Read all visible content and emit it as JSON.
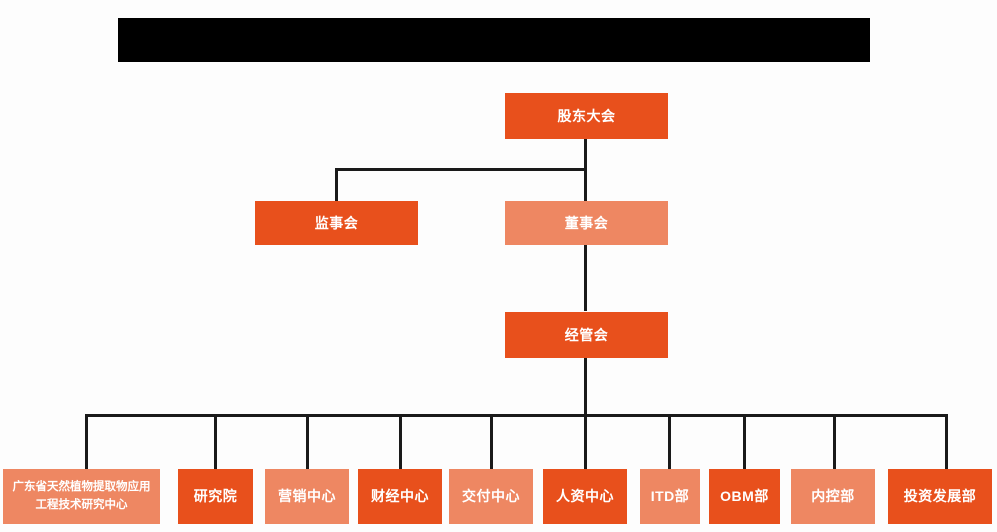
{
  "banner": {
    "text": "",
    "background_color": "#000000"
  },
  "palette": {
    "dark_orange": "#e8501c",
    "light_salmon": "#ee8762",
    "line_color": "#1a1a1a",
    "text_color": "#ffffff",
    "background": "#fdfdfd"
  },
  "chart_data": {
    "type": "orgchart",
    "title": "",
    "levels": [
      {
        "level": 1,
        "nodes": [
          {
            "id": "shareholders",
            "label": "股东大会",
            "shade": "dark"
          }
        ]
      },
      {
        "level": 2,
        "nodes": [
          {
            "id": "supervisors",
            "label": "监事会",
            "shade": "dark"
          },
          {
            "id": "directors",
            "label": "董事会",
            "shade": "light"
          }
        ]
      },
      {
        "level": 3,
        "nodes": [
          {
            "id": "management",
            "label": "经管会",
            "shade": "dark"
          }
        ]
      },
      {
        "level": 4,
        "nodes": [
          {
            "id": "gd-center",
            "label": "广东省天然植物提取物应用工程技术研究中心",
            "shade": "light"
          },
          {
            "id": "research-institute",
            "label": "研究院",
            "shade": "dark"
          },
          {
            "id": "marketing-center",
            "label": "营销中心",
            "shade": "light"
          },
          {
            "id": "finance-center",
            "label": "财经中心",
            "shade": "dark"
          },
          {
            "id": "delivery-center",
            "label": "交付中心",
            "shade": "light"
          },
          {
            "id": "hr-center",
            "label": "人资中心",
            "shade": "dark"
          },
          {
            "id": "itd-dept",
            "label": "ITD部",
            "shade": "light"
          },
          {
            "id": "obm-dept",
            "label": "OBM部",
            "shade": "dark"
          },
          {
            "id": "internal-control-dept",
            "label": "内控部",
            "shade": "light"
          },
          {
            "id": "investment-dev-dept",
            "label": "投资发展部",
            "shade": "dark"
          }
        ]
      }
    ],
    "edges": [
      {
        "from": "shareholders",
        "to": "supervisors"
      },
      {
        "from": "shareholders",
        "to": "directors"
      },
      {
        "from": "directors",
        "to": "management"
      },
      {
        "from": "management",
        "to": "gd-center"
      },
      {
        "from": "management",
        "to": "research-institute"
      },
      {
        "from": "management",
        "to": "marketing-center"
      },
      {
        "from": "management",
        "to": "finance-center"
      },
      {
        "from": "management",
        "to": "delivery-center"
      },
      {
        "from": "management",
        "to": "hr-center"
      },
      {
        "from": "management",
        "to": "itd-dept"
      },
      {
        "from": "management",
        "to": "obm-dept"
      },
      {
        "from": "management",
        "to": "internal-control-dept"
      },
      {
        "from": "management",
        "to": "investment-dev-dept"
      }
    ]
  }
}
